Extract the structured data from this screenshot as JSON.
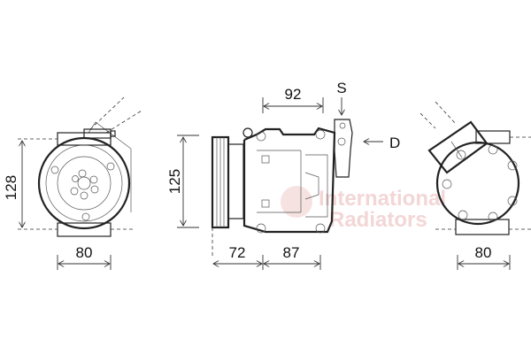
{
  "dimensions": {
    "front_height": "128",
    "front_width": "80",
    "side_height": "125",
    "side_pulley_length": "72",
    "side_body_length": "87",
    "side_port_offset": "92",
    "rear_width": "80"
  },
  "ports": {
    "suction": "S",
    "discharge": "D"
  },
  "watermark": {
    "line1": "International",
    "line2": "Radiators",
    "color": "#f3d6d6"
  }
}
